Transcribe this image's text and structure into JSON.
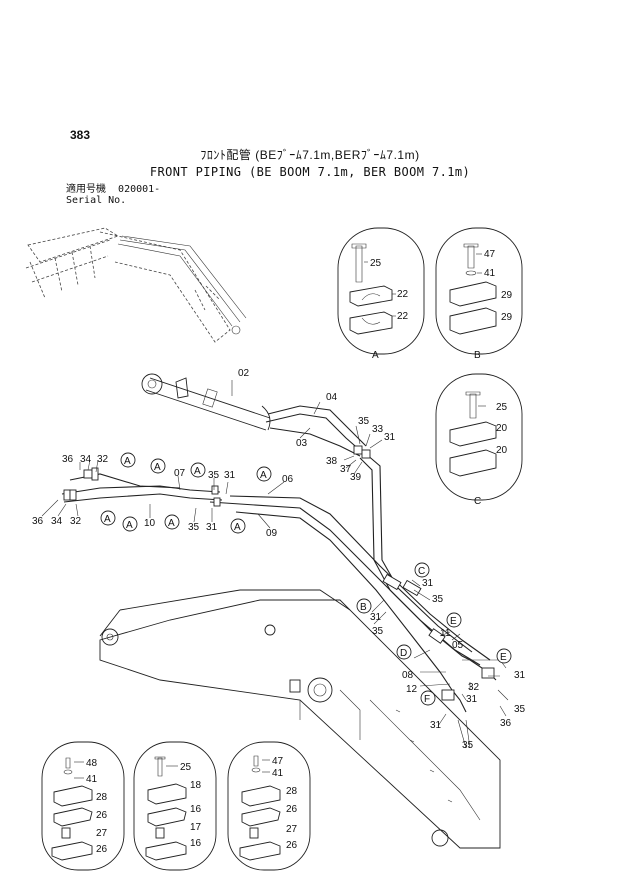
{
  "page_number": "383",
  "title_jp": "ﾌﾛﾝﾄ配管 (BEﾌﾞｰﾑ7.1m,BERﾌﾞｰﾑ7.1m)",
  "title_en": "FRONT PIPING (BE BOOM 7.1m, BER BOOM 7.1m)",
  "serial": {
    "label_jp": "適用号機",
    "value": "020001-",
    "label_en": "Serial No."
  },
  "details": {
    "A": {
      "letter": "A",
      "parts": [
        "25",
        "22",
        "22"
      ]
    },
    "B": {
      "letter": "B",
      "parts": [
        "47",
        "41",
        "29",
        "29"
      ]
    },
    "C": {
      "letter": "C",
      "parts": [
        "25",
        "20",
        "20"
      ]
    },
    "D": {
      "parts": [
        "48",
        "41",
        "28",
        "26",
        "27",
        "26"
      ]
    },
    "E": {
      "parts": [
        "25",
        "18",
        "16",
        "17",
        "16"
      ]
    },
    "F": {
      "parts": [
        "47",
        "41",
        "28",
        "26",
        "27",
        "26"
      ]
    }
  },
  "main_labels": {
    "c02": "02",
    "c04": "04",
    "c03": "03",
    "c35a": "35",
    "c33": "33",
    "c31a": "31",
    "c38": "38",
    "c37": "37",
    "c39": "39",
    "c36a": "36",
    "c34a": "34",
    "c32a": "32",
    "c07": "07",
    "c35b": "35",
    "c31b": "31",
    "c06": "06",
    "c36b": "36",
    "c34b": "34",
    "c32b": "32",
    "c10": "10",
    "c35c": "35",
    "c31c": "31",
    "c09": "09",
    "c31d": "31",
    "c35d": "35",
    "c31e": "31",
    "c35e": "35",
    "c11": "11",
    "c05": "05",
    "c08": "08",
    "c12": "12",
    "c32c": "32",
    "c31f": "31",
    "c31g": "31",
    "c35f": "35",
    "c36c": "36",
    "c31h": "31",
    "c35g": "35"
  },
  "callout_letters": {
    "a1": "A",
    "a2": "A",
    "a3": "A",
    "a4": "A",
    "a5": "A",
    "a6": "A",
    "a7": "A",
    "a8": "A",
    "b1": "B",
    "c1": "C",
    "d1": "D",
    "e1": "E",
    "e2": "E",
    "f1": "F"
  }
}
